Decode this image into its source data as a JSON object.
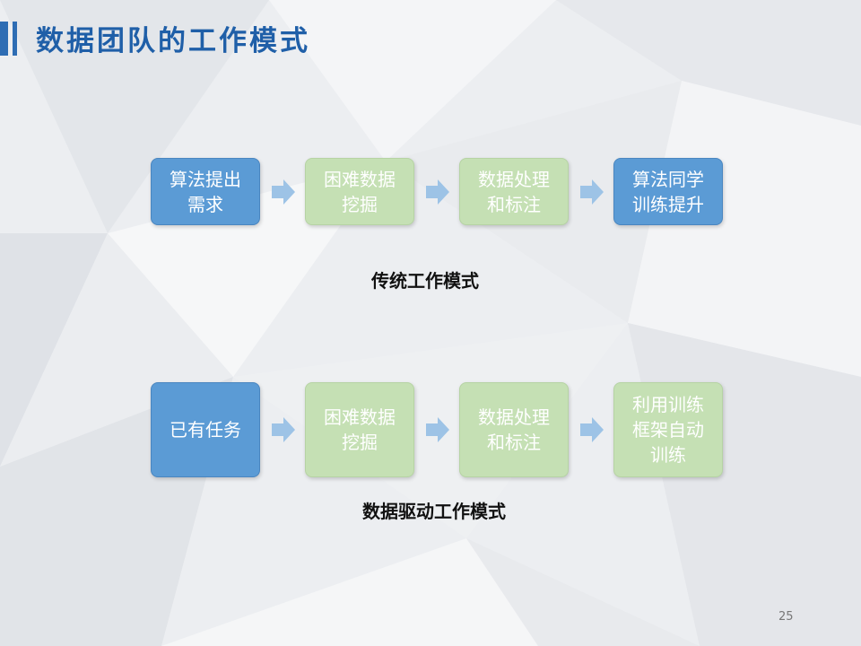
{
  "title": "数据团队的工作模式",
  "page_number": "25",
  "traditional": {
    "caption": "传统工作模式",
    "steps": [
      {
        "label": "算法提出\n需求",
        "color": "#5b9bd5"
      },
      {
        "label": "困难数据\n挖掘",
        "color": "#c5e0b4"
      },
      {
        "label": "数据处理\n和标注",
        "color": "#c5e0b4"
      },
      {
        "label": "算法同学\n训练提升",
        "color": "#5b9bd5"
      }
    ]
  },
  "data_driven": {
    "caption": "数据驱动工作模式",
    "steps": [
      {
        "label": "已有任务",
        "color": "#5b9bd5"
      },
      {
        "label": "困难数据\n挖掘",
        "color": "#c5e0b4"
      },
      {
        "label": "数据处理\n和标注",
        "color": "#c5e0b4"
      },
      {
        "label": "利用训练\n框架自动\n训练",
        "color": "#c5e0b4"
      }
    ]
  },
  "accent_color": "#2e6db4",
  "arrow_color": "#9dc3e6"
}
